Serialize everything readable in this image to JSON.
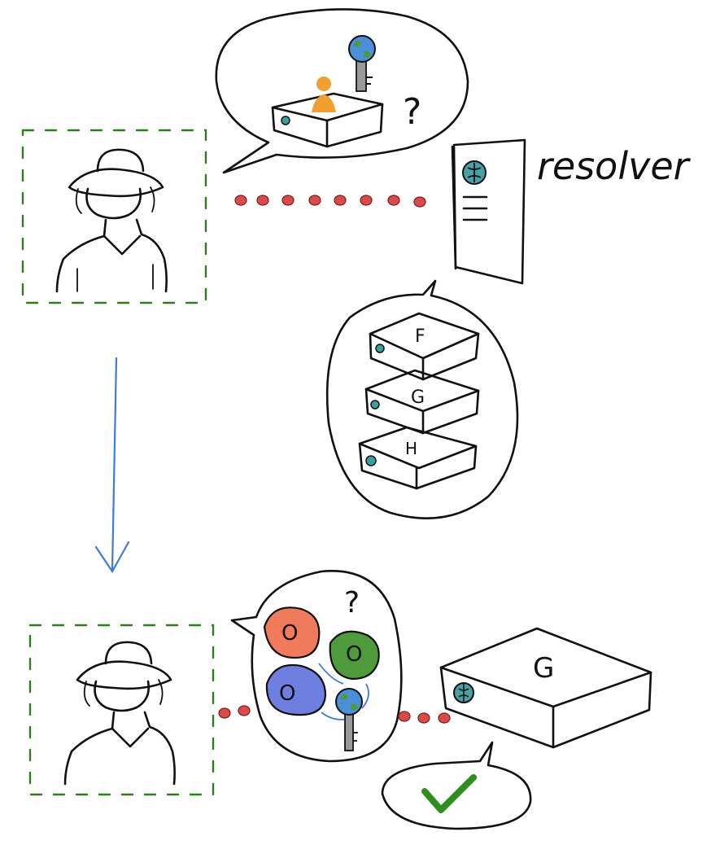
{
  "labels": {
    "resolver": "resolver",
    "question_top": "?",
    "question_bottom": "?",
    "server_f": "F",
    "server_g": "G",
    "server_h": "H",
    "server_g_bottom": "G",
    "identity_a": "O",
    "identity_b": "O",
    "identity_c": "O"
  },
  "colors": {
    "frame_dash": "#2e7d1e",
    "arrow": "#3b7dd8",
    "dots": "#d94b4b",
    "globe": "#4a90d9",
    "person_icon": "#f0a030",
    "blob_orange": "#f07a5c",
    "blob_green": "#4f9a3a",
    "blob_blue": "#6f7fe0",
    "check": "#2f8f1e"
  },
  "icons": [
    "user-figure-icon",
    "globe-key-icon",
    "check-icon",
    "globe-icon"
  ]
}
